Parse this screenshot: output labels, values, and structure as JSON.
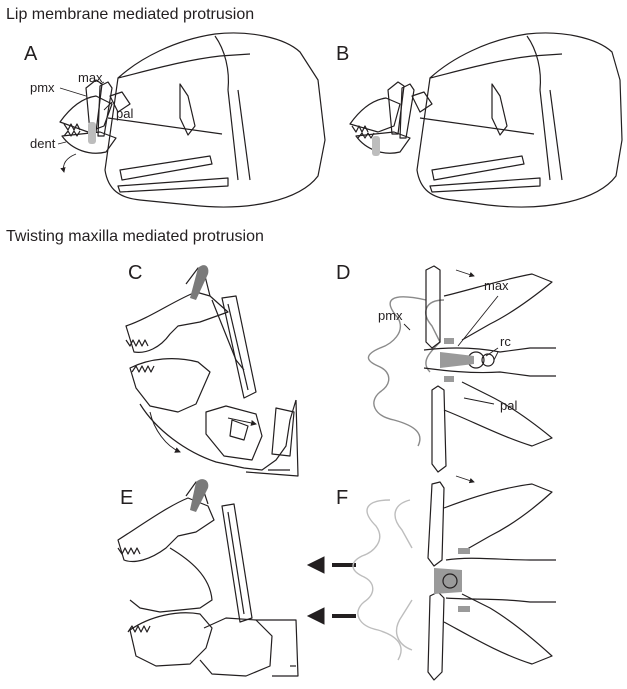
{
  "headings": {
    "lip": "Lip membrane mediated protrusion",
    "twist": "Twisting maxilla mediated protrusion"
  },
  "panels": {
    "a": "A",
    "b": "B",
    "c": "C",
    "d": "D",
    "e": "E",
    "f": "F"
  },
  "annotations": {
    "max_a": "max",
    "pmx_a": "pmx",
    "pal_a": "pal",
    "dent_a": "dent",
    "max_d": "max",
    "pmx_d": "pmx",
    "rc_d": "rc",
    "pal_d": "pal"
  },
  "colors": {
    "line": "#231f20",
    "highlight": "#7a7a7a",
    "light": "#bdbdbd"
  }
}
